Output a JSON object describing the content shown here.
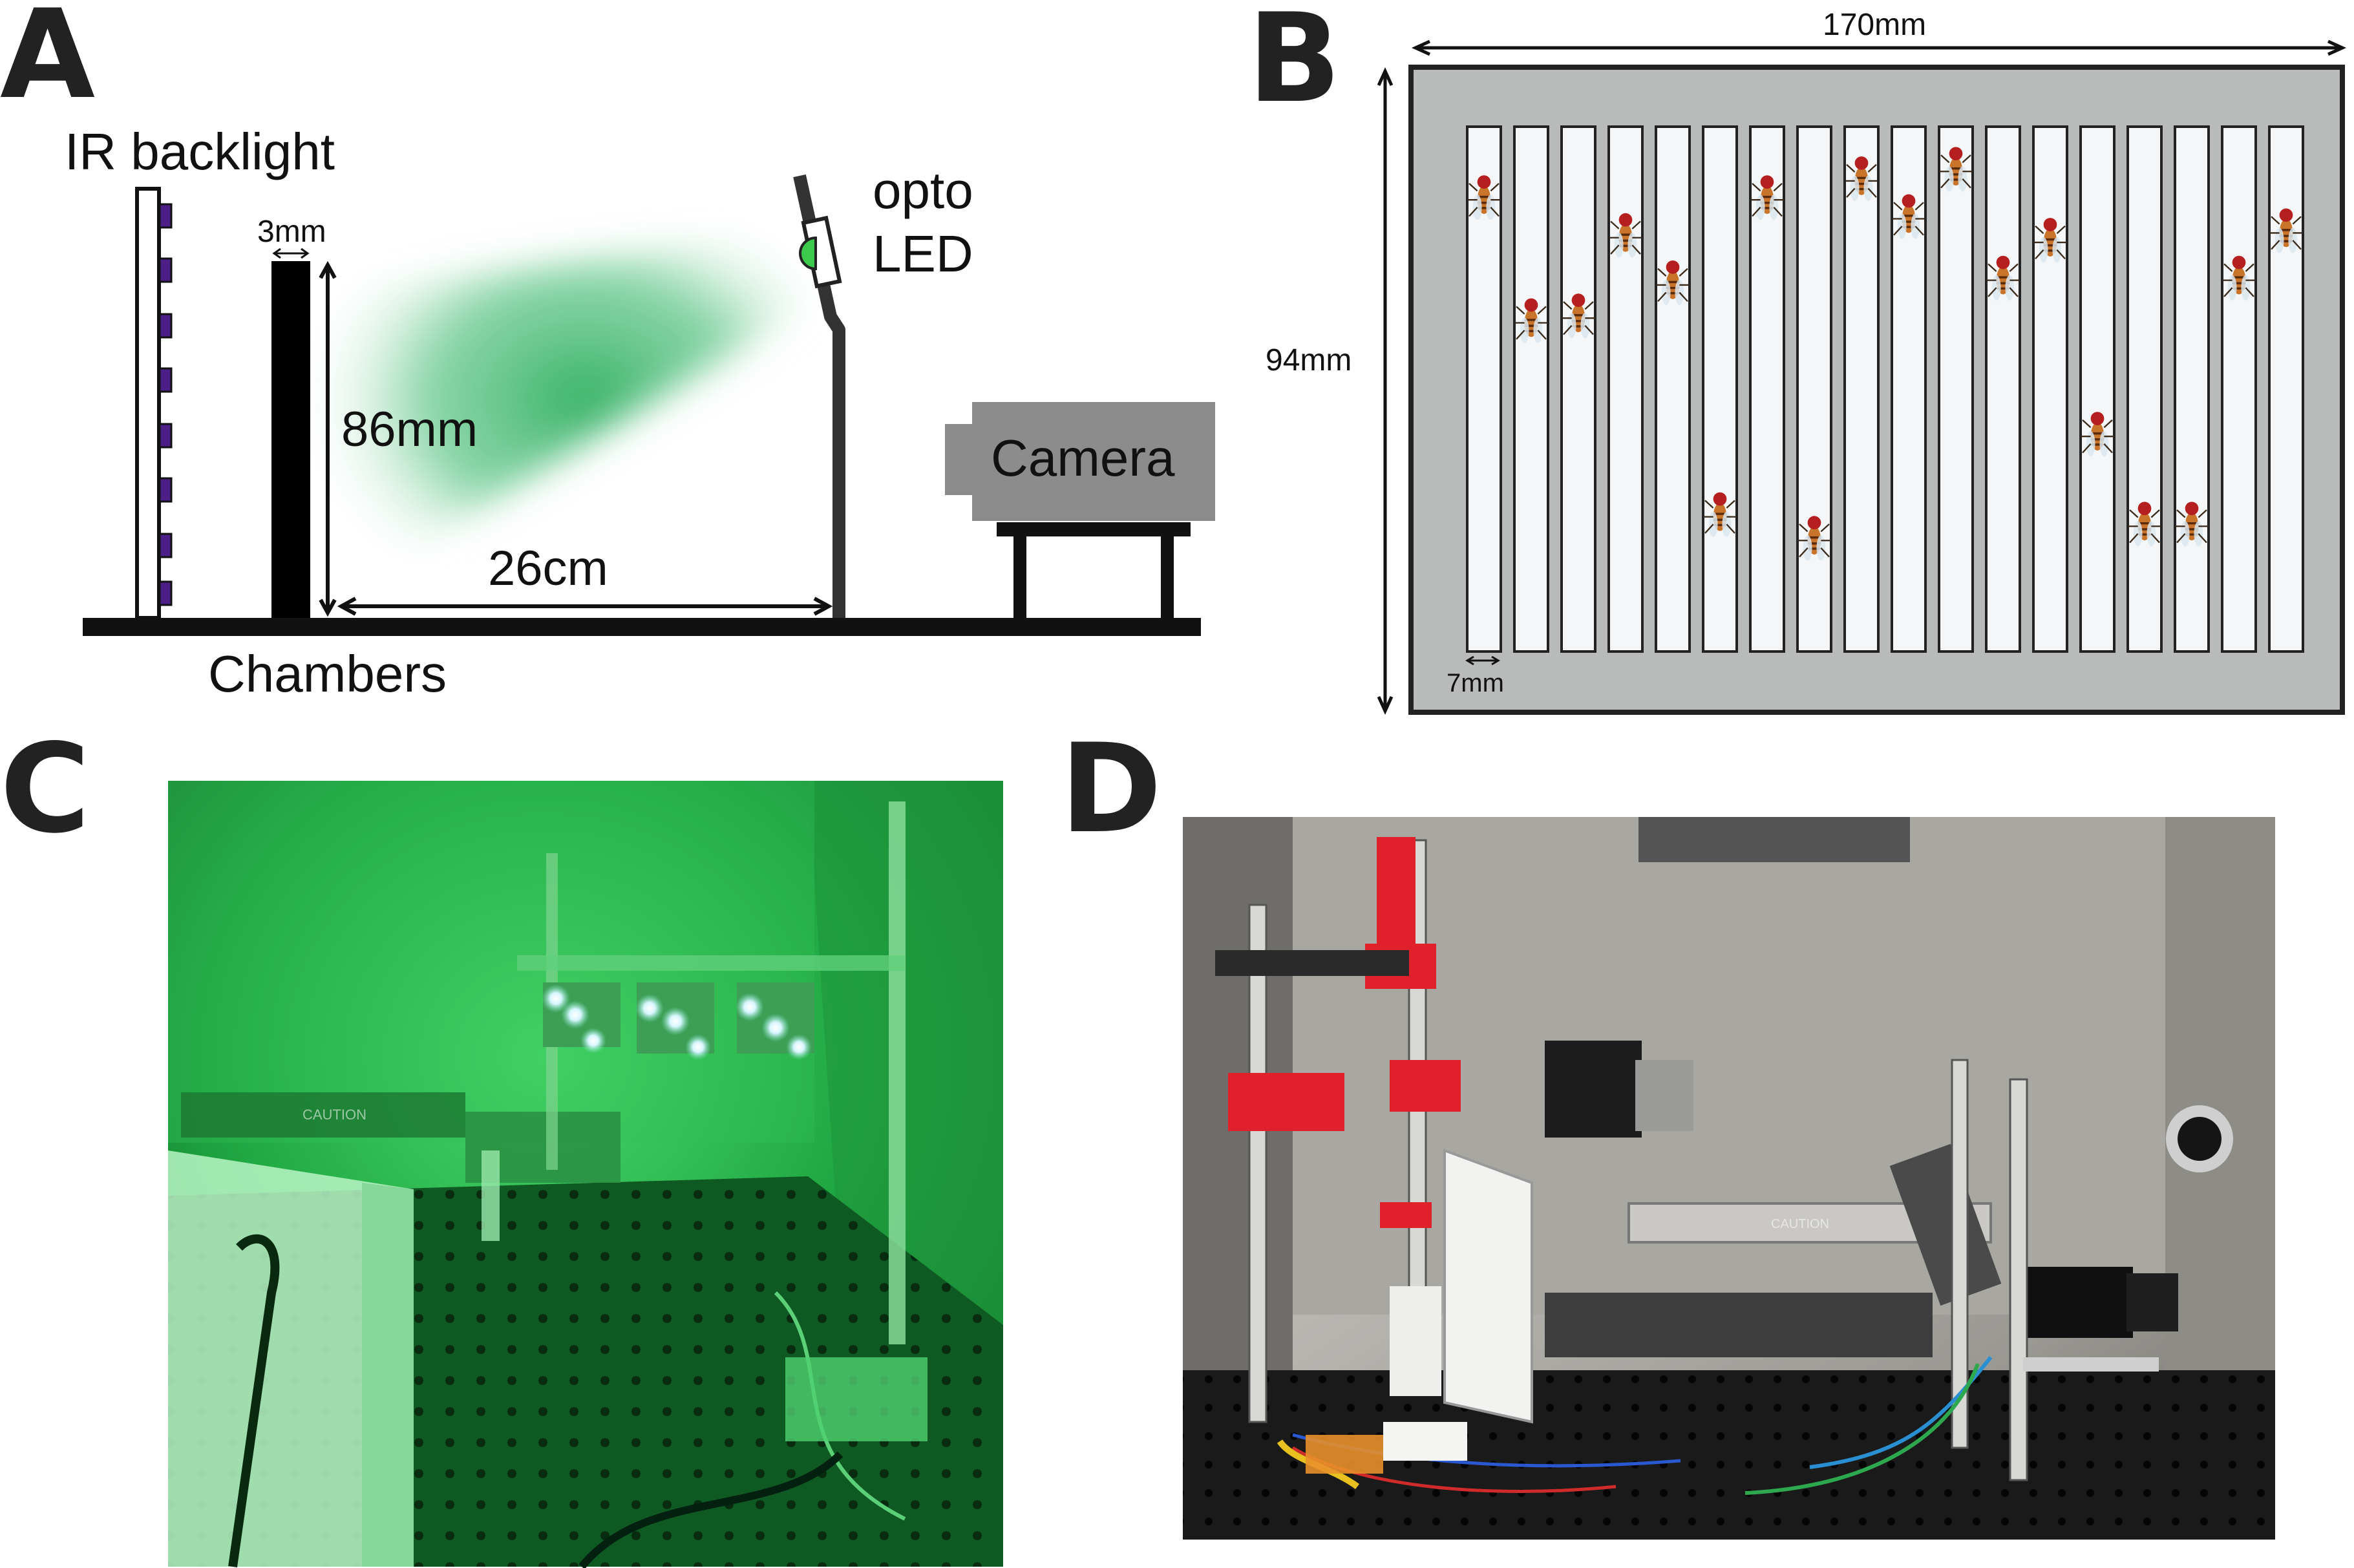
{
  "figure": {
    "panels": [
      {
        "letter": "A"
      },
      {
        "letter": "B"
      },
      {
        "letter": "C"
      },
      {
        "letter": "D"
      }
    ]
  },
  "panel_a": {
    "ir_backlight": "IR backlight",
    "chamber_width": "3mm",
    "chamber_height": "86mm",
    "opto_led_line1": "opto",
    "opto_led_line2": "LED",
    "distance": "26cm",
    "camera": "Camera",
    "chambers": "Chambers"
  },
  "panel_b": {
    "width": "170mm",
    "height": "94mm",
    "lane_width": "7mm",
    "lane_count": 18
  },
  "panel_c": {
    "caution_text": "CAUTION"
  },
  "panel_d": {
    "caution_text": "CAUTION"
  },
  "colors": {
    "green_light": "#3dba6a",
    "ir_led": "#4b1f86",
    "arena_gray": "#b9bbbb",
    "camera_gray": "#8c8c8c",
    "mount_red": "#e0202a"
  }
}
